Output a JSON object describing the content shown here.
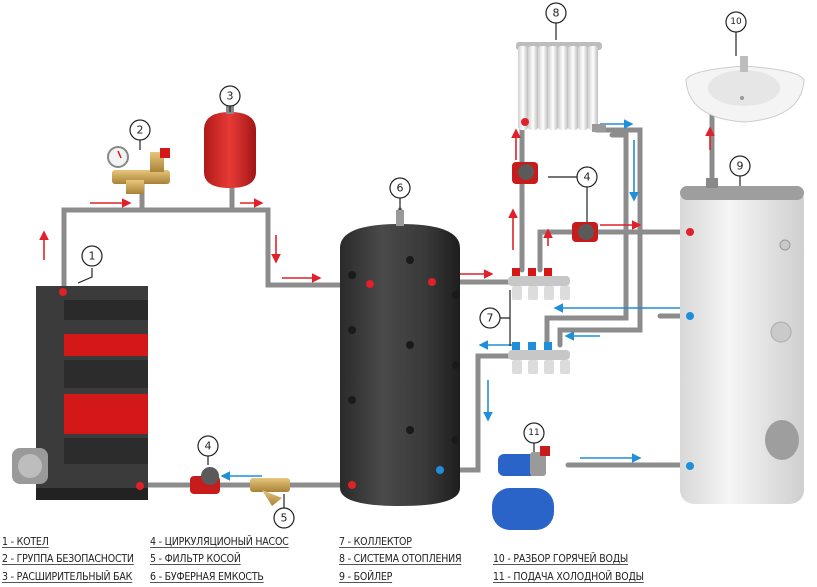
{
  "callouts": [
    "1",
    "2",
    "3",
    "4",
    "4",
    "5",
    "6",
    "7",
    "8",
    "9",
    "10",
    "11"
  ],
  "legend": [
    "1 -  КОТЕЛ",
    "2 - ГРУППА БЕЗОПАСНОСТИ",
    "3 - РАСШИРИТЕЛЬНЫЙ БАК",
    "4 - ЦИРКУЛЯЦИОНЫЙ НАСОС",
    "5 - ФИЛЬТР КОСОЙ",
    "6 - БУФЕРНАЯ ЕМКОСТЬ",
    "7 - КОЛЛЕКТОР",
    "8 - СИСТЕМА ОТОПЛЕНИЯ",
    "9 - БОЙЛЕР",
    "10 - РАЗБОР ГОРЯЧЕЙ ВОДЫ",
    "11 - ПОДАЧА ХОЛОДНОЙ ВОДЫ"
  ],
  "colors": {
    "hot_flow": "#e0202a",
    "cold_flow": "#1e8fd8",
    "pipe": "#8a8a8a",
    "tank": "#3a3a3a",
    "boiler": "#e8e8e8",
    "pump_tank": "#2a64c8"
  }
}
